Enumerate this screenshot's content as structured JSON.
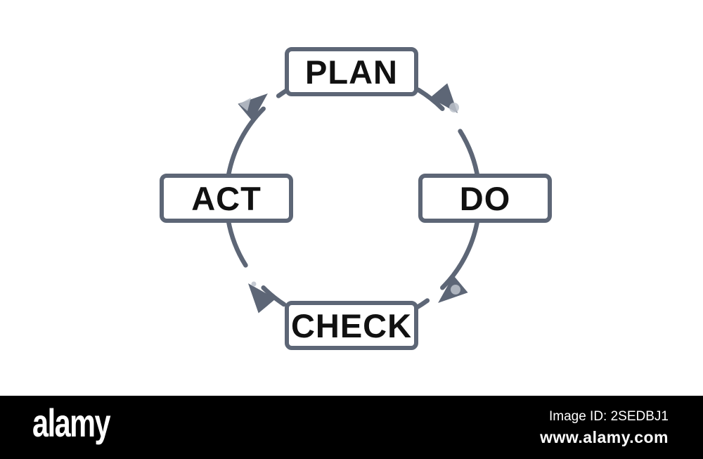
{
  "diagram": {
    "type": "cycle",
    "nodes": [
      {
        "id": "plan",
        "label": "PLAN",
        "position": "top"
      },
      {
        "id": "do",
        "label": "DO",
        "position": "right"
      },
      {
        "id": "check",
        "label": "CHECK",
        "position": "bottom"
      },
      {
        "id": "act",
        "label": "ACT",
        "position": "left"
      }
    ],
    "cycle_order": [
      "PLAN",
      "DO",
      "CHECK",
      "ACT"
    ],
    "arrow_direction": "clockwise"
  },
  "colors": {
    "accent_slate": "#5d6676",
    "node_fill": "#ffffff",
    "node_text": "#111111",
    "bar_background": "#000000",
    "bar_text": "#ffffff"
  },
  "watermark": {
    "brand": "alamy",
    "image_id": "Image ID: 2SEDBJ1",
    "website": "www.alamy.com"
  }
}
